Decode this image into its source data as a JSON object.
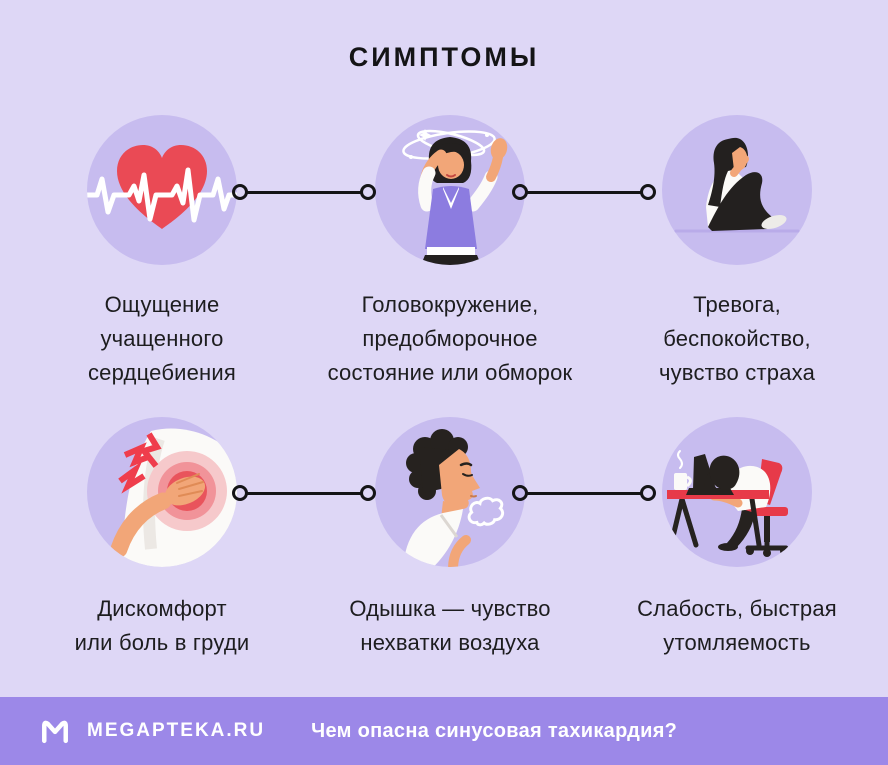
{
  "title": "СИМПТОМЫ",
  "colors": {
    "background": "#DED7F6",
    "circle_fill": "#C7BCEF",
    "footer_bar": "#9C88E8",
    "accent_red": "#EA4A55",
    "text": "#1D1D1F",
    "white": "#FFFFFF",
    "vest_purple": "#8C7CE0",
    "skin": "#F2A678"
  },
  "symptoms": [
    {
      "id": "palpitations",
      "icon": "heart-ecg-illustration",
      "label": "Ощущение\nучащенного\nсердцебиения"
    },
    {
      "id": "dizziness",
      "icon": "dizzy-woman-illustration",
      "label": "Головокружение,\nпредобморочное\nсостояние или обморок"
    },
    {
      "id": "anxiety",
      "icon": "anxious-person-illustration",
      "label": "Тревога,\nбеспокойство,\nчувство страха"
    },
    {
      "id": "chest-pain",
      "icon": "chest-pain-illustration",
      "label": "Дискомфорт\nили боль в груди"
    },
    {
      "id": "dyspnea",
      "icon": "breathing-man-illustration",
      "label": "Одышка — чувство\nнехватки воздуха"
    },
    {
      "id": "fatigue",
      "icon": "tired-at-desk-illustration",
      "label": "Слабость, быстрая\nутомляемость"
    }
  ],
  "footer": {
    "logo_icon": "megapteka-logo-icon",
    "brand": "MEGAPTEKA.RU",
    "question": "Чем опасна синусовая тахикардия?"
  }
}
